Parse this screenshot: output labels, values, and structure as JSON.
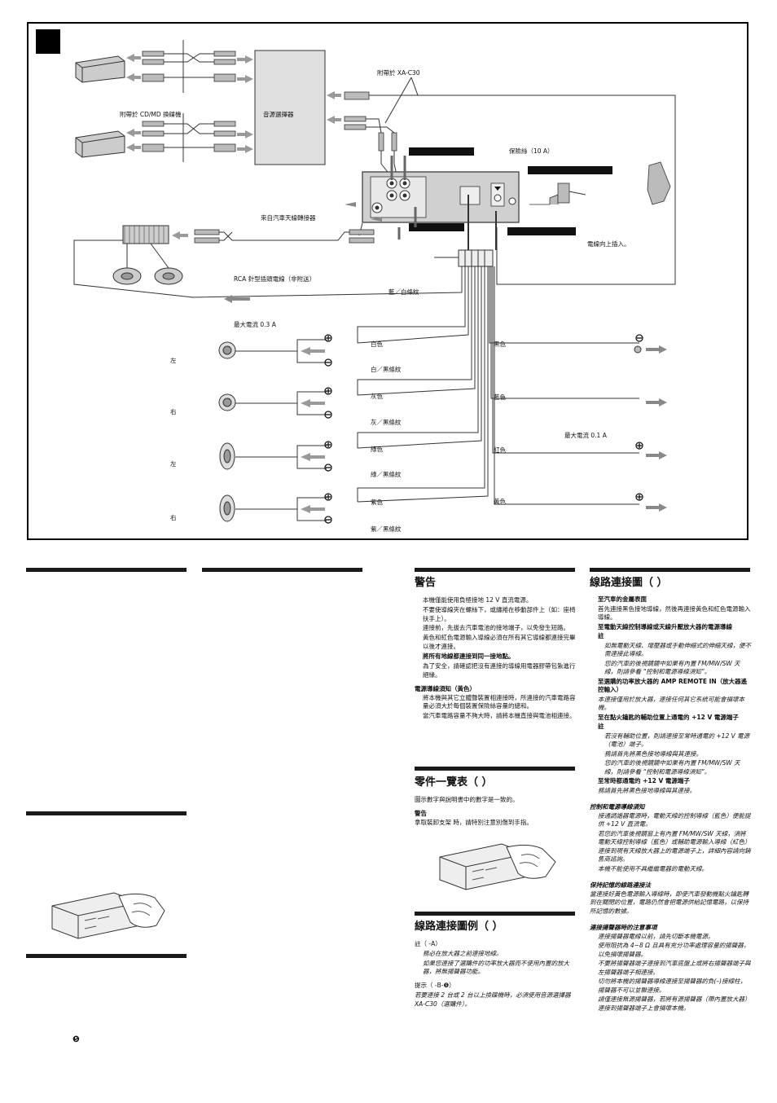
{
  "diagram": {
    "attached_xa_c30": "附帶於 XA-C30",
    "attached_changer": "附帶於 CD/MD 換碟機",
    "source_selector": "音源選擇器",
    "fuse": "保險絲（10 A）",
    "from_antenna": "來自汽車天線轉接器",
    "cord_up": "電線向上插入。",
    "rca_cord": "RCA 針型插頭電線（非附送）",
    "blue_white": "藍／白條紋",
    "max_current_03": "最大電流 0.3 A",
    "max_current_01": "最大電流 0.1 A",
    "left": "左",
    "right": "右",
    "white": "白色",
    "white_black": "白／黑條紋",
    "gray": "灰色",
    "gray_black": "灰／黑條紋",
    "green": "綠色",
    "green_black": "綠／黑條紋",
    "purple": "紫色",
    "purple_black": "紫／黑條紋",
    "black": "黑色",
    "blue": "藍色",
    "red": "紅色",
    "yellow": "黃色"
  },
  "warning": {
    "title": "警告",
    "p1": "本機僅能使用負極接地 12 V 直流電源。",
    "p2": "不要使導線夾在螺絲下，或纏捲在移動部件上（如：座椅扶手上）。",
    "p3": "連接前，先拔去汽車電池的接地端子，以免發生短路。",
    "p4": "黃色和紅色電源輸入導線必須在所有其它導線都連接完畢以後才連接。",
    "p5": "將所有地線都連接到同一接地點。",
    "p6": "為了安全，請確認把沒有連接的導線用電器膠帶包紮進行絕緣。",
    "power_title": "電源導線須知（黃色）",
    "power_p1": "將本機與其它立體聲裝置相連接時，所連接的汽車電路容量必須大於每個裝置保險絲容量的總和。",
    "power_p2": "當汽車電路容量不夠大時，請將本機直接與電池相連接。"
  },
  "parts": {
    "title": "零件一覽表（ ）",
    "p1": "圖示數字與說明書中的數字是一致的。",
    "warn_title": "警告",
    "warn_p": "拿取裝卸支架 時，請特別注意別傷到手指。"
  },
  "example": {
    "title": "線路連接圖例（ ）",
    "note_label": "註（ -A）",
    "note_p1": "務必在放大器之前連接地線。",
    "note_p2": "如果您連接了選購件的功率放大器而不使用內置的放大器，將無揚聲器功能。",
    "tip_label": "提示（ -B-❺）",
    "tip_p": "若要連接 2 台或 2 台以上換碟機時，必須使用音源選擇器 XA-C30（選購件）。"
  },
  "wiring": {
    "title": "線路連接圖（ ）",
    "s1": "至汽車的金屬表面",
    "s1p": "首先連接黑色接地導線，然後再連接黃色和紅色電源輸入導線。",
    "s2": "至電動天線控制導線或天線升壓放大器的電源導線",
    "s2note": "註",
    "s2p1": "如無電動天線、增壓器或手動伸縮式的伸縮天線，便不需連接此導線。",
    "s2p2": "您的汽車的後視鏡鏡中如果有內置 FM/MW/SW 天線，則請參看 “控制和電源導線須知”。",
    "s3": "至選購的功率放大器的 AMP REMOTE IN（放大器遙控輸入）",
    "s3p": "本連接僅用於放大器，連接任何其它系統可能會損壞本機。",
    "s4": "至在點火鑰匙的輔助位置上通電的 +12 V 電源端子",
    "s4note": "註",
    "s4p1": "若沒有輔助位置，則請連接至常時通電的 +12 V 電源（電池）端子。",
    "s4p2": "務請首先將黑色接地導線與其連接。",
    "s4p3": "您的汽車的後視鏡鏡中如果有內置 FM/MW/SW 天線，則請參看 “控制和電源導線須知”。",
    "s5": "至常時都通電的 +12 V 電源端子",
    "s5p": "務請首先將黑色接地導線與其連接。",
    "ctrl_title": "控制和電源導線須知",
    "ctrl_p1": "接通調諧器電源時，電動天線的控制導線（藍色）便能提供 +12 V 直流電。",
    "ctrl_p2": "若您的汽車後視鏡窗上有內置 FM/MW/SW 天線，須將電動天線控制導線（藍色）或輔助電源輸入導線（紅色）連接到現有天線放大器上的電源端子上，詳細內容請向銷售商諮詢。",
    "ctrl_p3": "本機不能使用不具繼繼電器的電動天線。",
    "mem_title": "保持記憶的線路連接法",
    "mem_p": "當連接好黃色電源輸入導線時，即使汽車發動機點火鑰匙轉到在關閉的位置，電路仍然會把電源供給記憶電路，以保持所記憶的數據。",
    "spk_title": "連接揚聲器時的注意事項",
    "spk_p1": "連接揚聲器電線以前，請先切斷本機電源。",
    "spk_p2": "使用阻抗為 4~8 Ω 且具有充分功率處理容量的揚聲器，以免損壞揚聲器。",
    "spk_p3": "不要將揚聲器端子連接到汽車底盤上或將右揚聲器端子與左揚聲器端子相連接。",
    "spk_p4": "切勿將本機的揚聲器導線連接至揚聲器的負(–)接線柱，揚聲器不可以並聯連接。",
    "spk_p5": "請僅連接無源揚聲器，若將有源揚聲器（帶內置放大器）連接到揚聲器端子上會損壞本機。"
  },
  "footer": {
    "mark": "❺"
  }
}
